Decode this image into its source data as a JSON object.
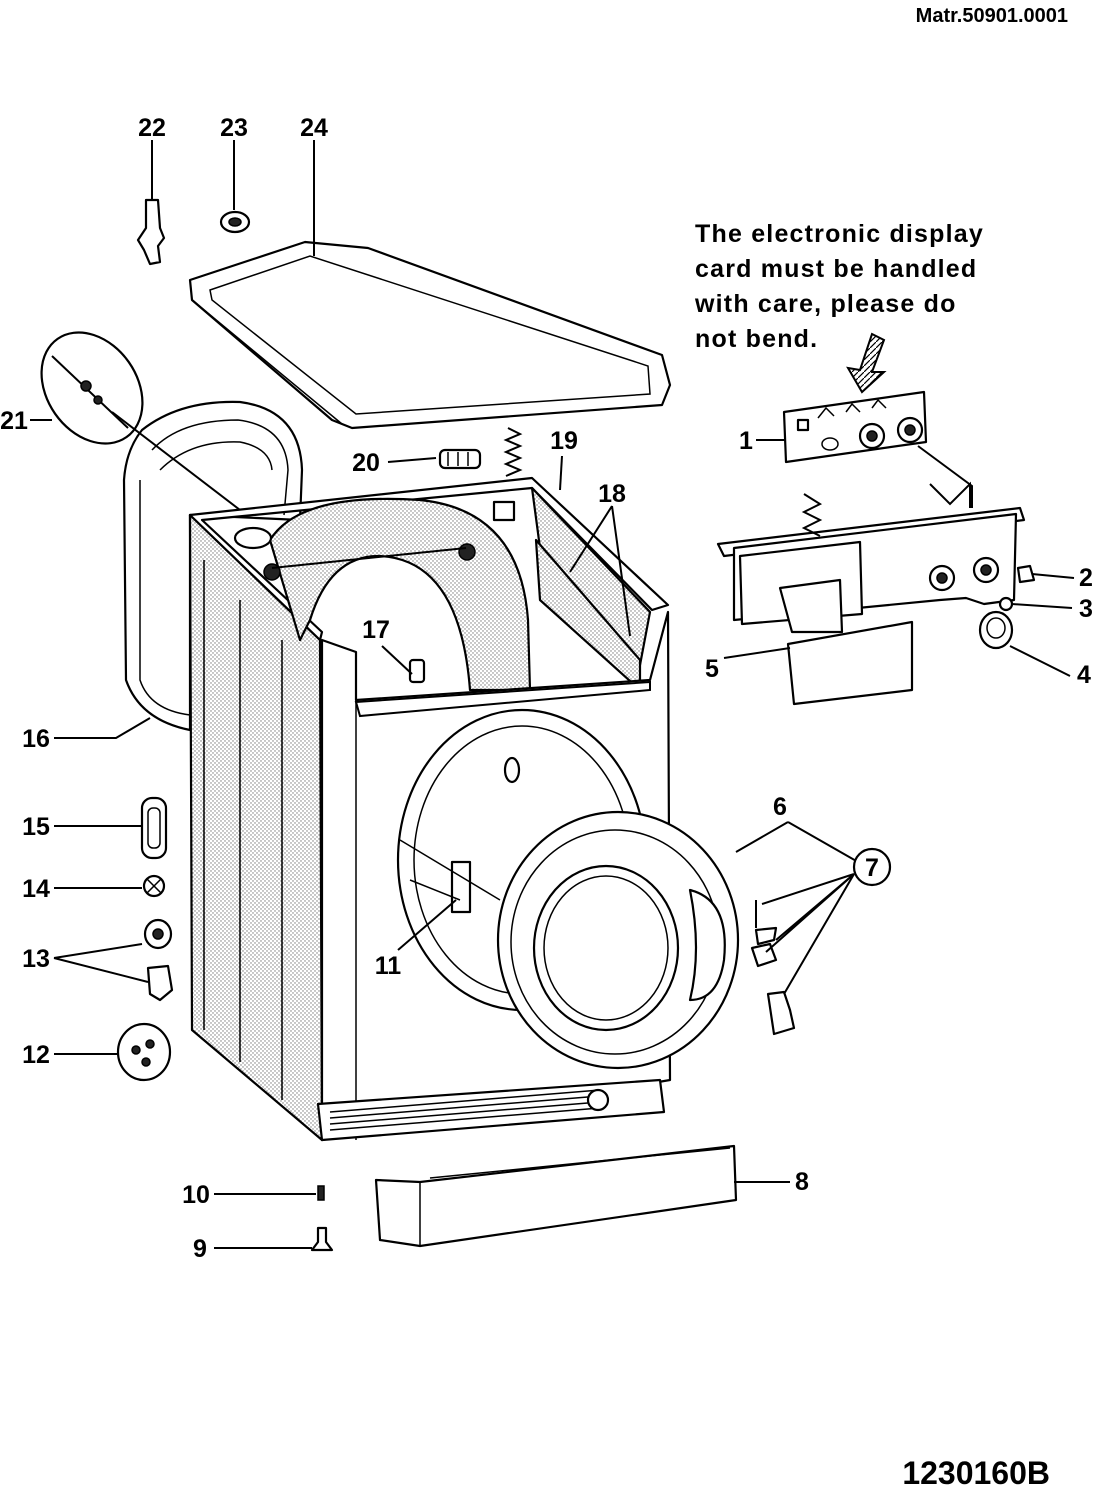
{
  "header": {
    "matr": "Matr.50901.0001"
  },
  "footer": {
    "code": "1230160B"
  },
  "note": {
    "lines": [
      "The electronic display",
      "card must be handled",
      "with care, please do",
      "not bend."
    ]
  },
  "callouts": [
    {
      "id": "c22",
      "text": "22"
    },
    {
      "id": "c23",
      "text": "23"
    },
    {
      "id": "c24",
      "text": "24"
    },
    {
      "id": "c21",
      "text": "21"
    },
    {
      "id": "c20",
      "text": "20"
    },
    {
      "id": "c19",
      "text": "19"
    },
    {
      "id": "c18",
      "text": "18"
    },
    {
      "id": "c17",
      "text": "17"
    },
    {
      "id": "c16",
      "text": "16"
    },
    {
      "id": "c15",
      "text": "15"
    },
    {
      "id": "c14",
      "text": "14"
    },
    {
      "id": "c13",
      "text": "13"
    },
    {
      "id": "c12",
      "text": "12"
    },
    {
      "id": "c11",
      "text": "11"
    },
    {
      "id": "c10",
      "text": "10"
    },
    {
      "id": "c9",
      "text": "9"
    },
    {
      "id": "c8",
      "text": "8"
    },
    {
      "id": "c7",
      "text": "7"
    },
    {
      "id": "c6",
      "text": "6"
    },
    {
      "id": "c5",
      "text": "5"
    },
    {
      "id": "c4",
      "text": "4"
    },
    {
      "id": "c3",
      "text": "3"
    },
    {
      "id": "c2",
      "text": "2"
    },
    {
      "id": "c1",
      "text": "1"
    }
  ]
}
